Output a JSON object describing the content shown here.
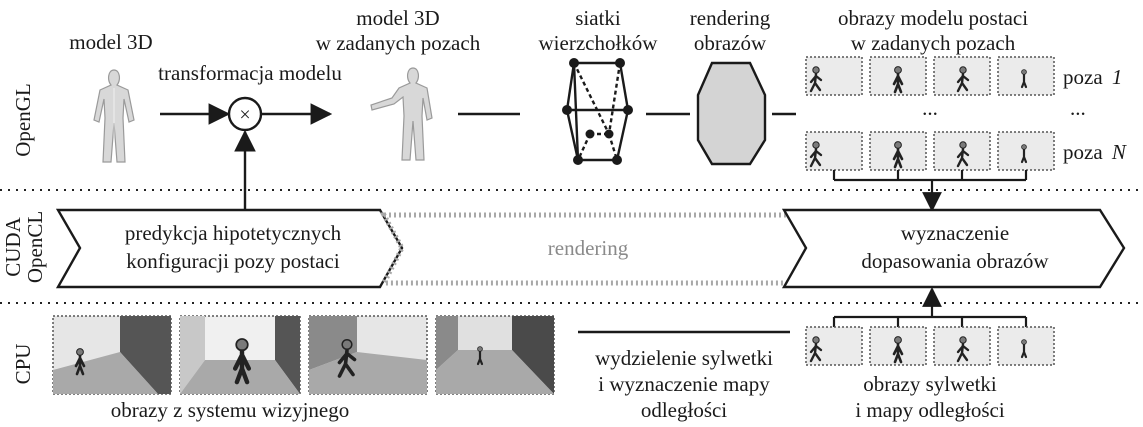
{
  "rows": {
    "opengl": "OpenGL",
    "cuda": "CUDA",
    "opencl": "OpenCL",
    "cpu": "CPU"
  },
  "opengl": {
    "model_3d": "model 3D",
    "transform": "transformacja modelu",
    "multiply_symbol": "×",
    "posed_line1": "model 3D",
    "posed_line2": "w zadanych pozach",
    "mesh_line1": "siatki",
    "mesh_line2": "wierzchołków",
    "render_line1": "rendering",
    "render_line2": "obrazów",
    "images_line1": "obrazy modelu postaci",
    "images_line2": "w zadanych pozach",
    "pose_word": "poza",
    "pose_first": "1",
    "pose_last": "N",
    "ellipsis": "..."
  },
  "middle": {
    "predict_line1": "predykcja hipotetycznych",
    "predict_line2": "konfiguracji pozy postaci",
    "rendering": "rendering",
    "match_line1": "wyznaczenie",
    "match_line2": "dopasowania obrazów"
  },
  "cpu": {
    "vision_caption": "obrazy z systemu wizyjnego",
    "process_line1": "wydzielenie sylwetki",
    "process_line2": "i wyznaczenie mapy",
    "process_line3": "odległości",
    "silhouette_line1": "obrazy sylwetki",
    "silhouette_line2": "i mapy odległości"
  }
}
